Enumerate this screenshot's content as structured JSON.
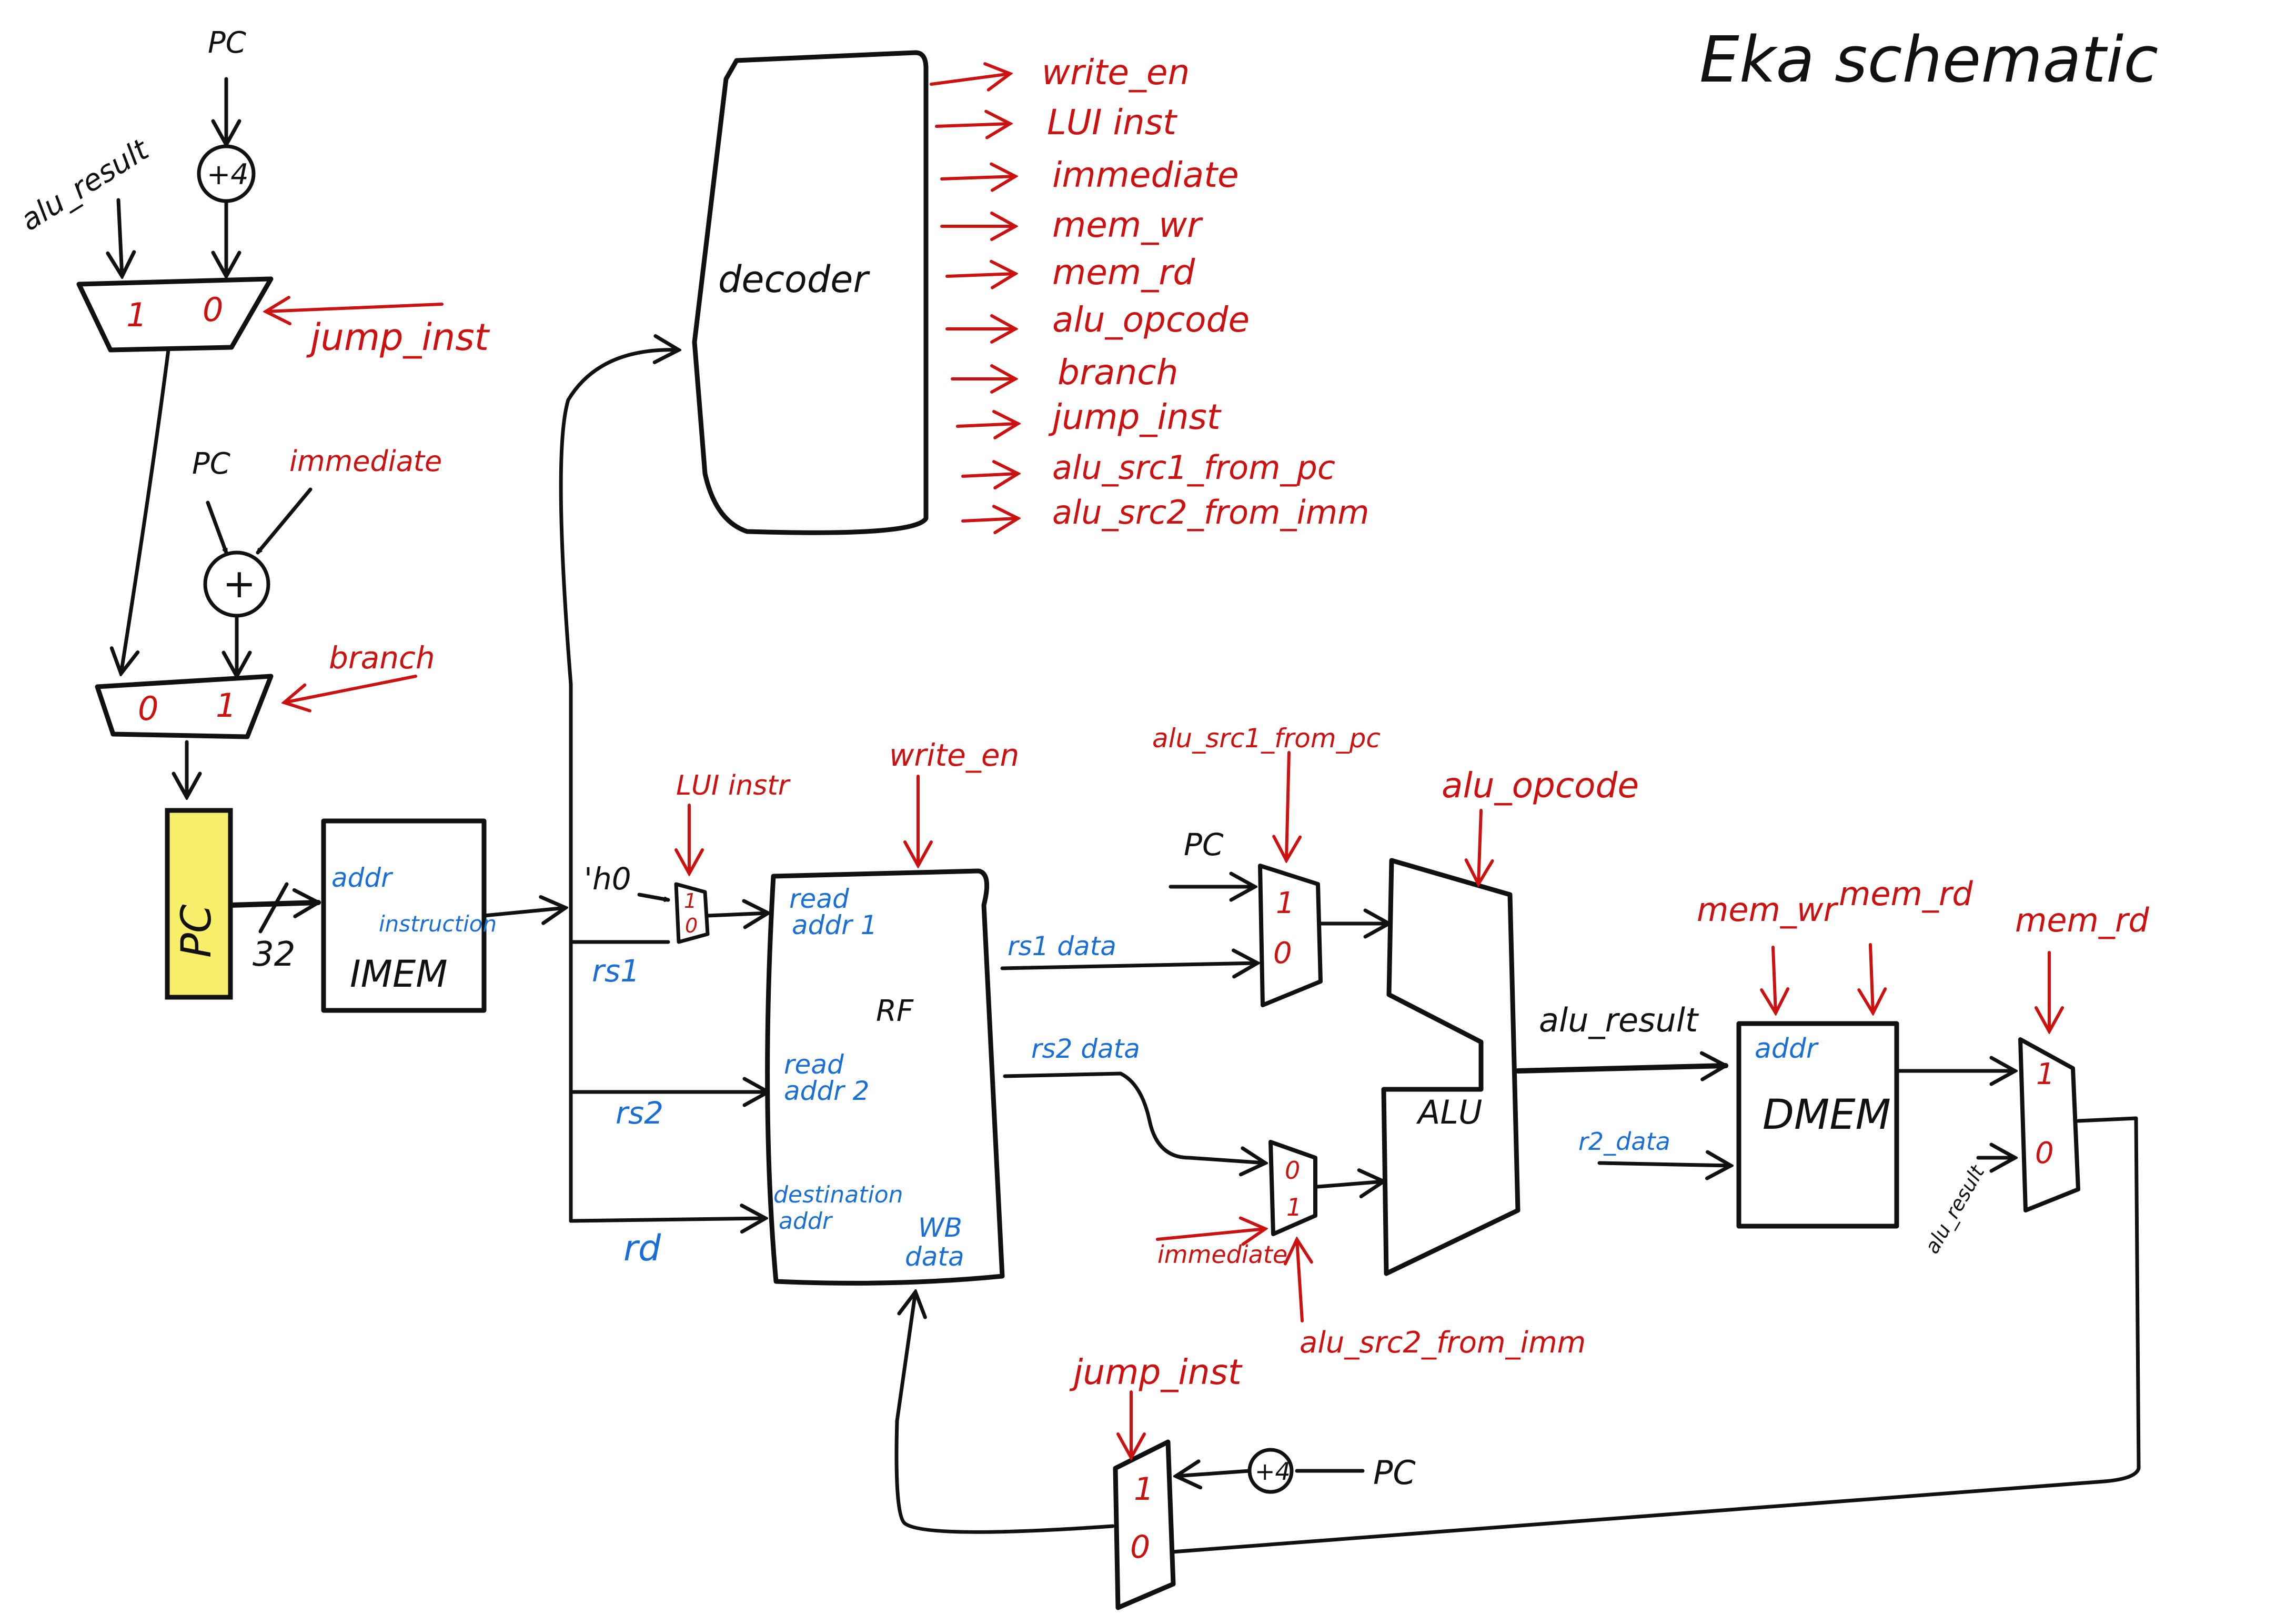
{
  "title": "Eka schematic",
  "colors": {
    "ink": "#111111",
    "control": "#cc1111",
    "signal": "#1a6fd6",
    "pc_fill": "#f7ef6a"
  },
  "decoder": {
    "label": "decoder",
    "outputs": [
      "write_en",
      "LUI inst",
      "immediate",
      "mem_wr",
      "mem_rd",
      "alu_opcode",
      "branch",
      "jump_inst",
      "alu_src1_from_pc",
      "alu_src2_from_imm"
    ]
  },
  "jump_mux": {
    "in_alu": "alu_result",
    "in_pc": "PC",
    "adder": "+4",
    "left": "1",
    "right": "0",
    "select": "jump_inst"
  },
  "branch_mux": {
    "in_pc": "PC",
    "in_imm": "immediate",
    "adder": "+",
    "left": "0",
    "right": "1",
    "select": "branch"
  },
  "pc_reg": {
    "label": "PC",
    "bus_width": "32"
  },
  "imem": {
    "label": "IMEM",
    "addr": "addr",
    "instruction": "instruction"
  },
  "lui_mux": {
    "const": "'h0",
    "top": "1",
    "bottom": "0",
    "select": "LUI instr"
  },
  "rf": {
    "label": "RF",
    "write_en": "write_en",
    "read_addr1": [
      "read",
      "addr 1"
    ],
    "read_addr2": [
      "read",
      "addr 2"
    ],
    "dest_addr": [
      "destination",
      "addr"
    ],
    "wb_data": [
      "WB",
      "data"
    ],
    "rs1": "rs1",
    "rs2": "rs2",
    "rd": "rd",
    "rs1_data": "rs1 data",
    "rs2_data": "rs2 data"
  },
  "src1_mux": {
    "pc": "PC",
    "top": "1",
    "bottom": "0",
    "select": "alu_src1_from_pc"
  },
  "src2_mux": {
    "imm": "immediate",
    "top": "0",
    "bottom": "1",
    "select": "alu_src2_from_imm"
  },
  "alu": {
    "label": "ALU",
    "opcode": "alu_opcode",
    "result": "alu_result"
  },
  "dmem": {
    "label": "DMEM",
    "addr": "addr",
    "wr": "mem_wr",
    "rd": "mem_rd",
    "r2_data": "r2_data"
  },
  "wb_mux": {
    "select": "mem_rd",
    "top": "1",
    "bottom": "0",
    "alt": "alu_result"
  },
  "link_mux": {
    "select": "jump_inst",
    "top": "1",
    "bottom": "0",
    "adder": "+4",
    "pc": "PC"
  }
}
